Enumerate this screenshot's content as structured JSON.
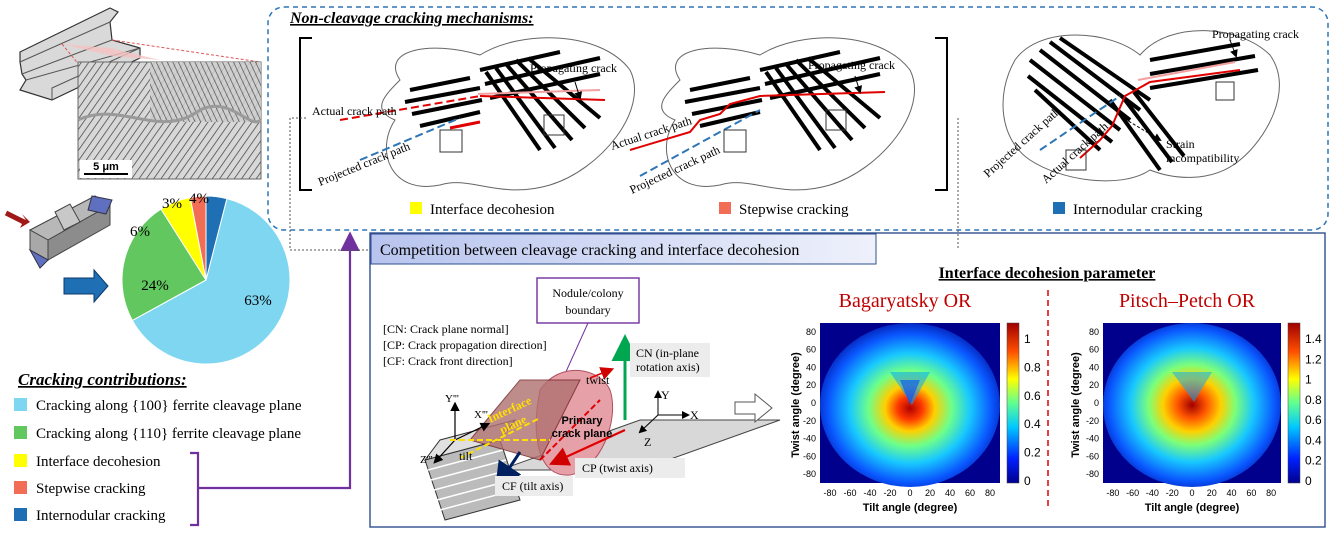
{
  "scale_bar_label": "5 μm",
  "pie": {
    "values": [
      63,
      24,
      6,
      3,
      4
    ],
    "labels": [
      "63%",
      "24%",
      "6%",
      "3%",
      "4%"
    ],
    "colors": [
      "#7ed6f0",
      "#63c75f",
      "#ffff00",
      "#f26d55",
      "#1f6fb4"
    ]
  },
  "contributions": {
    "title": "Cracking contributions:",
    "items": [
      {
        "label": "Cracking along {100} ferrite cleavage plane",
        "color": "#7ed6f0"
      },
      {
        "label": "Cracking along {110} ferrite cleavage plane",
        "color": "#63c75f"
      },
      {
        "label": "Interface decohesion",
        "color": "#ffff00"
      },
      {
        "label": "Stepwise cracking",
        "color": "#f26d55"
      },
      {
        "label": "Internodular cracking",
        "color": "#1f6fb4"
      }
    ]
  },
  "mechanisms": {
    "title": "Non-cleavage cracking mechanisms:",
    "panel1": {
      "actual": "Actual crack path",
      "projected": "Projected crack path",
      "propagating": "Propagating crack"
    },
    "panel2": {
      "actual": "Actual crack path",
      "projected": "Projected crack path",
      "propagating": "Propagating crack"
    },
    "panel3": {
      "projected": "Projected crack path",
      "actual": "Actual crack path",
      "propagating": "Propagating crack",
      "strain1": "Strain",
      "strain2": "incompatibility"
    },
    "legend": [
      {
        "label": "Interface decohesion",
        "color": "#ffff00"
      },
      {
        "label": "Stepwise cracking",
        "color": "#f26d55"
      },
      {
        "label": "Internodular cracking",
        "color": "#1f6fb4"
      }
    ]
  },
  "competition": {
    "title": "Competition between cleavage cracking and interface decohesion",
    "nodule1": "Nodule/colony",
    "nodule2": "boundary",
    "defs": [
      "[CN: Crack plane normal]",
      "[CP: Crack propagation direction]",
      "[CF: Crack front direction]"
    ],
    "cn1": "CN (in-plane",
    "cn2": "rotation axis)",
    "twist": "twist",
    "tilt": "tilt",
    "iface1": "Interface",
    "iface2": "plane",
    "primary1": "Primary",
    "primary2": "crack plane",
    "cp": "CP (twist axis)",
    "cf": "CF (tilt axis)",
    "ax_y": "Y",
    "ax_x": "X",
    "ax_z": "Z",
    "ax_y3": "Y'''",
    "ax_x3": "X'''",
    "ax_z3": "Z'''"
  },
  "param_title": "Interface decohesion parameter",
  "maps": [
    {
      "title": "Bagaryatsky OR",
      "ticks": [
        "1",
        "0.8",
        "0.6",
        "0.4",
        "0.2",
        "0"
      ]
    },
    {
      "title": "Pitsch–Petch OR",
      "ticks": [
        "1.4",
        "1.2",
        "1",
        "0.8",
        "0.6",
        "0.4",
        "0.2",
        "0"
      ]
    }
  ],
  "map_axes": {
    "xlabel": "Tilt angle (degree)",
    "ylabel": "Twist angle (degree)",
    "xticks": [
      "-80",
      "-60",
      "-40",
      "-20",
      "0",
      "20",
      "40",
      "60",
      "80"
    ],
    "yticks": [
      "80",
      "60",
      "40",
      "20",
      "0",
      "-20",
      "-40",
      "-60",
      "-80"
    ]
  },
  "title_color": "#c00000"
}
